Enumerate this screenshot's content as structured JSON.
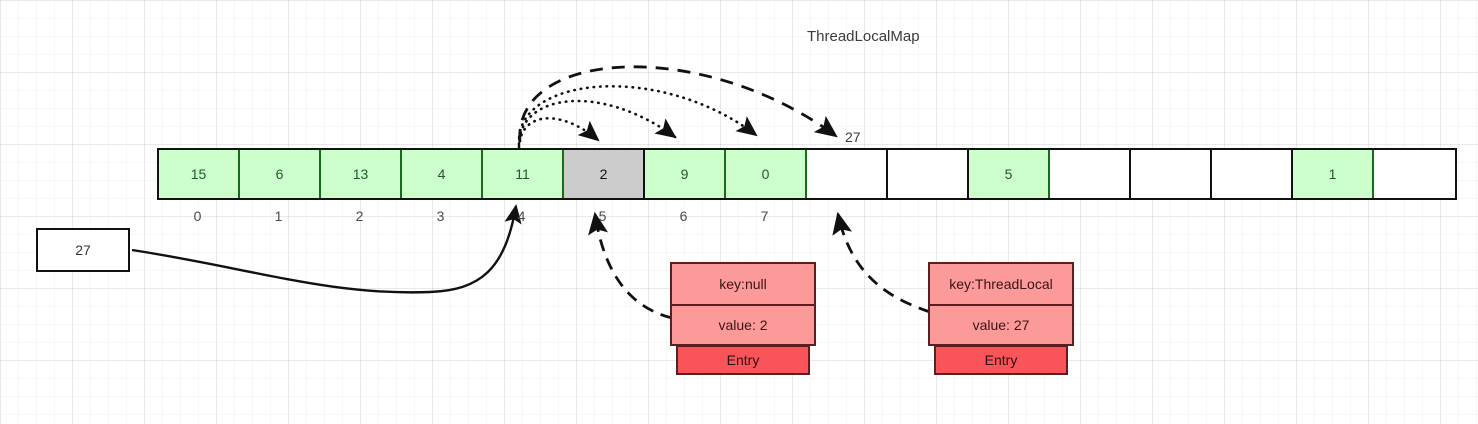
{
  "title": "ThreadLocalMap",
  "colors": {
    "cell_green_fill": "#ccffcc",
    "cell_green_border": "#1a6b1a",
    "cell_gray_fill": "#cccccc",
    "cell_empty_fill": "#ffffff",
    "cell_border": "#111111",
    "entry_row_fill": "#fc9a9a",
    "entry_bar_fill": "#f8545a",
    "entry_border": "#5c1f20",
    "edge_stroke": "#111111",
    "background": "#ffffff"
  },
  "array": {
    "name": "ThreadLocalMap table",
    "cells": [
      {
        "value": "15",
        "state": "green"
      },
      {
        "value": "6",
        "state": "green"
      },
      {
        "value": "13",
        "state": "green"
      },
      {
        "value": "4",
        "state": "green"
      },
      {
        "value": "11",
        "state": "green"
      },
      {
        "value": "2",
        "state": "gray"
      },
      {
        "value": "9",
        "state": "green"
      },
      {
        "value": "0",
        "state": "green"
      },
      {
        "value": "",
        "state": "empty"
      },
      {
        "value": "",
        "state": "empty"
      },
      {
        "value": "5",
        "state": "green"
      },
      {
        "value": "",
        "state": "empty"
      },
      {
        "value": "",
        "state": "empty"
      },
      {
        "value": "",
        "state": "empty"
      },
      {
        "value": "1",
        "state": "green"
      },
      {
        "value": "",
        "state": "empty"
      }
    ],
    "index_labels": [
      "0",
      "1",
      "2",
      "3",
      "4",
      "5",
      "6",
      "7"
    ]
  },
  "value_box": {
    "value": "27"
  },
  "labels": {
    "target_slot": "27"
  },
  "entries": [
    {
      "id": "entry-null",
      "key": "key:null",
      "value": "value: 2",
      "type": "Entry"
    },
    {
      "id": "entry-threadlocal",
      "key": "key:ThreadLocal",
      "value": "value: 27",
      "type": "Entry"
    }
  ]
}
